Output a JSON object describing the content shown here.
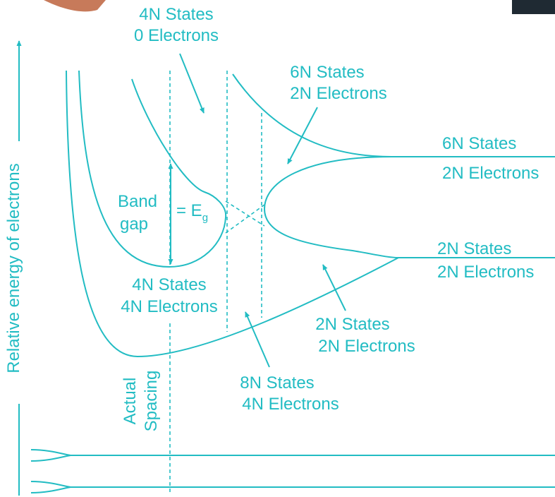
{
  "colors": {
    "accent": "#22bcc3",
    "background": "#ffffff",
    "photo_corner_left": "#c77a5a",
    "photo_corner_right": "#1f2a33"
  },
  "axis": {
    "y_label": "Relative energy of electrons"
  },
  "labels": {
    "top_band": {
      "line1": "4N States",
      "line2": "0 Electrons"
    },
    "right_upper_band": {
      "line1": "6N States",
      "line2": "2N Electrons"
    },
    "far_right_upper": {
      "line1": "6N States",
      "line2": "2N Electrons"
    },
    "far_right_lower": {
      "line1": "2N States",
      "line2": "2N Electrons"
    },
    "lower_band": {
      "line1": "4N States",
      "line2": "4N Electrons"
    },
    "middle_right": {
      "line1": "2N States",
      "line2": "2N Electrons"
    },
    "bottom_center": {
      "line1": "8N States",
      "line2": "4N Electrons"
    },
    "band_gap": {
      "line1": "Band",
      "line2": "gap",
      "eq": "= E",
      "sub": "g"
    },
    "actual_spacing": {
      "line1": "Actual",
      "line2": "Spacing"
    }
  }
}
